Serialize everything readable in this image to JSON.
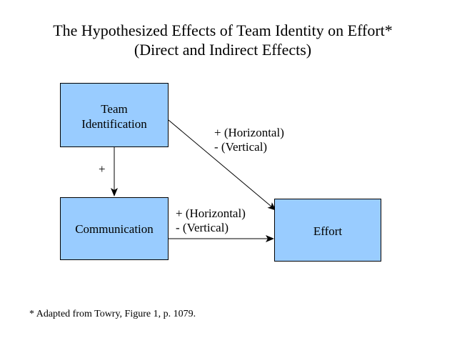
{
  "title": {
    "line1": "The Hypothesized Effects of Team Identity on Effort*",
    "line2": "(Direct and Indirect Effects)"
  },
  "nodes": {
    "team_identification": {
      "line1": "Team",
      "line2": "Identification"
    },
    "communication": {
      "label": "Communication"
    },
    "effort": {
      "label": "Effort"
    }
  },
  "edges": {
    "team_to_effort": {
      "line1": "+ (Horizontal)",
      "line2": "- (Vertical)"
    },
    "communication_to_effort": {
      "line1": "+ (Horizontal)",
      "line2": "- (Vertical)"
    },
    "team_to_communication": {
      "label": "+"
    }
  },
  "footnote": "* Adapted from Towry, Figure 1, p. 1079.",
  "colors": {
    "box_fill": "#99ccff",
    "line": "#000000"
  }
}
